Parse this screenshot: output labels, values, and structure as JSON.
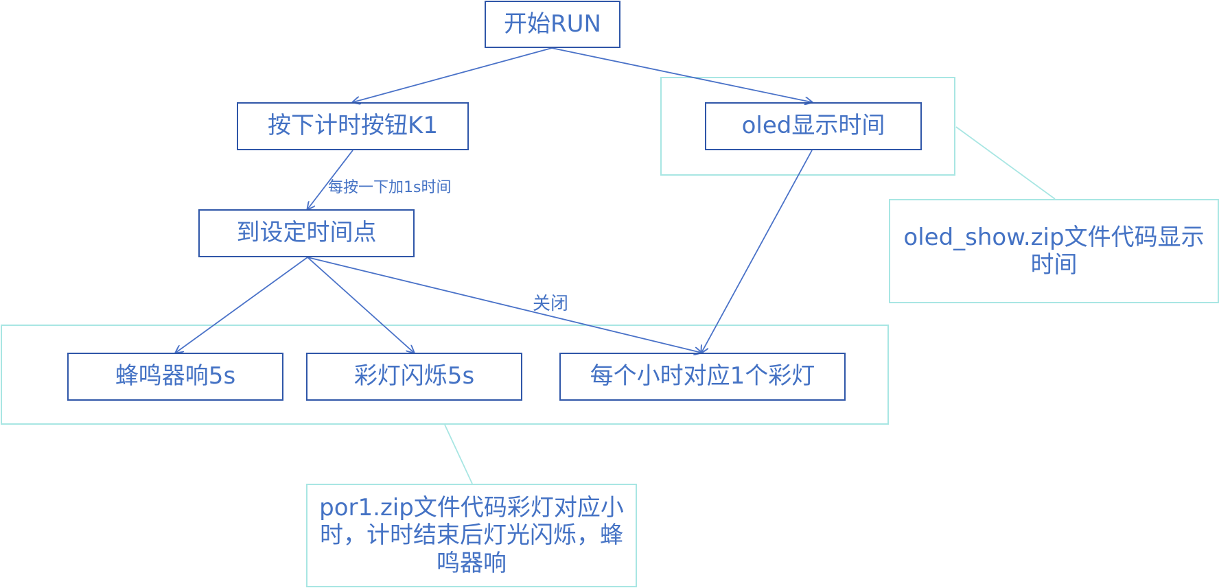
{
  "colors": {
    "node_border": "#2f56a8",
    "node_text": "#4472c4",
    "connector": "#4a72c8",
    "callout_border": "#a8e6e3"
  },
  "nodes": {
    "start": "开始RUN",
    "press_k1": "按下计时按钮K1",
    "oled_show": "oled显示时间",
    "reach_time": "到设定时间点",
    "buzzer": "蜂鸣器响5s",
    "lights_flash": "彩灯闪烁5s",
    "hour_light": "每个小时对应1个彩灯"
  },
  "edge_labels": {
    "press_adds": "每按一下加1s时间",
    "close": "关闭"
  },
  "notes": {
    "oled_note": "oled_show.zip文件代码显示时间",
    "por1_note": "por1.zip文件代码彩灯对应小时，计时结束后灯光闪烁，蜂鸣器响"
  }
}
